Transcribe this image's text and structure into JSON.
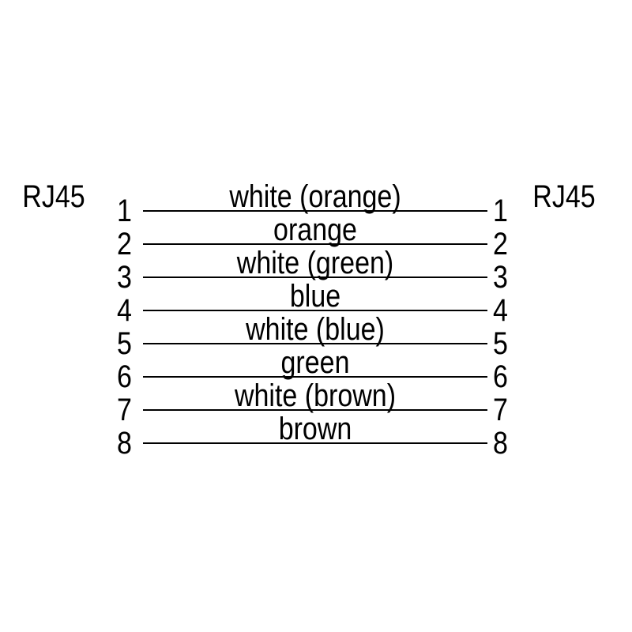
{
  "diagram": {
    "left_connector_label": "RJ45",
    "right_connector_label": "RJ45",
    "rows": [
      {
        "pin": "1",
        "label": "white (orange)"
      },
      {
        "pin": "2",
        "label": "orange"
      },
      {
        "pin": "3",
        "label": "white (green)"
      },
      {
        "pin": "4",
        "label": "blue"
      },
      {
        "pin": "5",
        "label": "white (blue)"
      },
      {
        "pin": "6",
        "label": "green"
      },
      {
        "pin": "7",
        "label": "white (brown)"
      },
      {
        "pin": "8",
        "label": "brown"
      }
    ],
    "colors": {
      "text": "#000000",
      "wire_line": "#000000",
      "background": "#ffffff"
    }
  }
}
